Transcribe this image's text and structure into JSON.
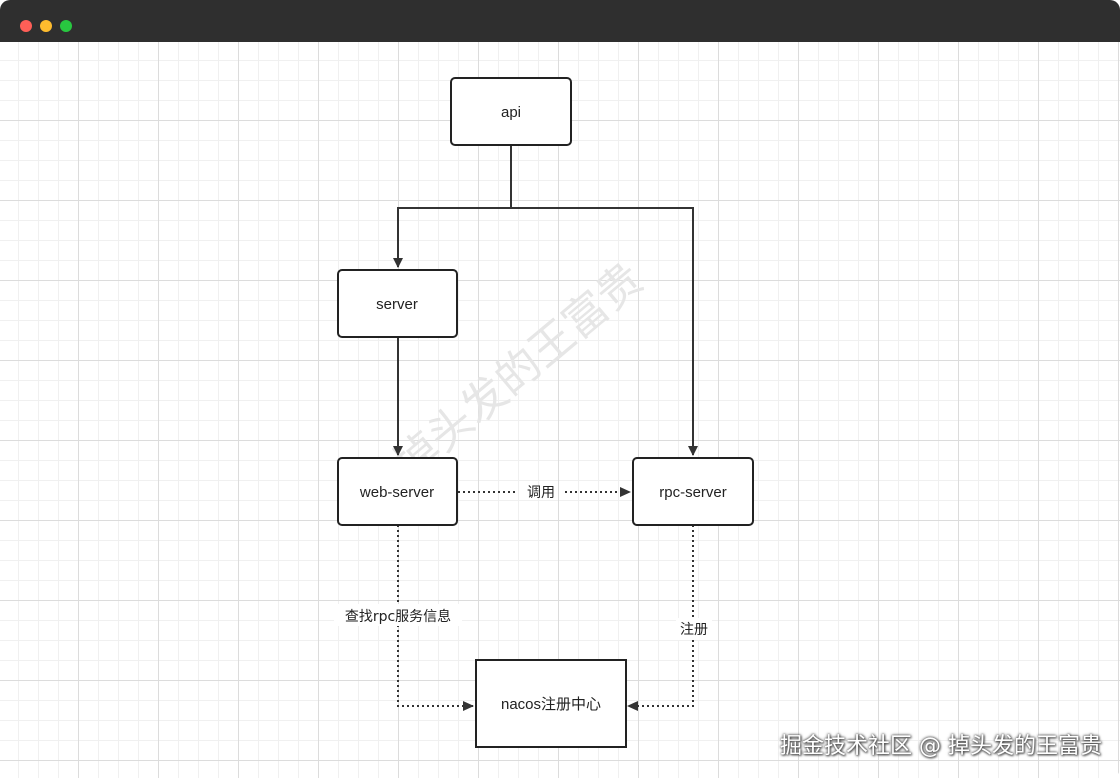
{
  "nodes": {
    "api": "api",
    "server": "server",
    "web_server": "web-server",
    "rpc_server": "rpc-server",
    "nacos": "nacos注册中心"
  },
  "edges": {
    "call": "调用",
    "lookup": "查找rpc服务信息",
    "register": "注册"
  },
  "watermarks": {
    "diagonal": "掉头发的王富贵",
    "corner": "掘金技术社区 @ 掉头发的王富贵"
  }
}
